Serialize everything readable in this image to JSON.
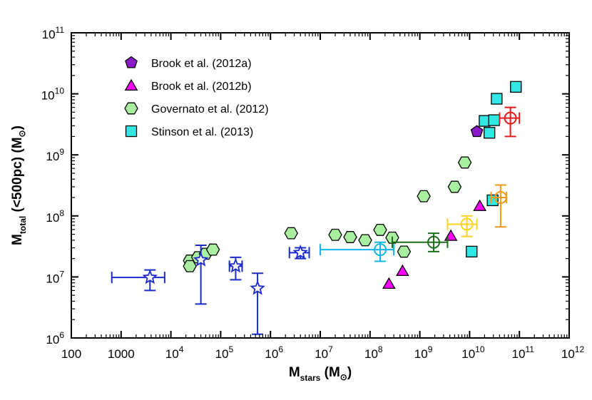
{
  "chart_data": {
    "type": "scatter",
    "xscale": "log",
    "yscale": "log",
    "xlim": [
      100,
      1000000000000
    ],
    "ylim": [
      1000000,
      100000000000
    ],
    "grid": false,
    "legend_position": "top-left",
    "xlabel": {
      "main": "M",
      "sub": "stars",
      "unit": "(M",
      "unit_close": ")"
    },
    "ylabel": {
      "main": "M",
      "sub": "total",
      "rest": " (<500pc) (M",
      "unit_close": ")"
    },
    "xticks": [
      {
        "v": 100,
        "label": "100"
      },
      {
        "v": 1000,
        "label": "1000"
      },
      {
        "v": 10000,
        "base": "10",
        "exp": "4"
      },
      {
        "v": 100000,
        "base": "10",
        "exp": "5"
      },
      {
        "v": 1000000,
        "base": "10",
        "exp": "6"
      },
      {
        "v": 10000000,
        "base": "10",
        "exp": "7"
      },
      {
        "v": 100000000,
        "base": "10",
        "exp": "8"
      },
      {
        "v": 1000000000,
        "base": "10",
        "exp": "9"
      },
      {
        "v": 10000000000,
        "base": "10",
        "exp": "10"
      },
      {
        "v": 100000000000,
        "base": "10",
        "exp": "11"
      },
      {
        "v": 1000000000000,
        "base": "10",
        "exp": "12"
      }
    ],
    "yticks": [
      {
        "v": 1000000,
        "base": "10",
        "exp": "6"
      },
      {
        "v": 10000000,
        "base": "10",
        "exp": "7"
      },
      {
        "v": 100000000,
        "base": "10",
        "exp": "8"
      },
      {
        "v": 1000000000,
        "base": "10",
        "exp": "9"
      },
      {
        "v": 10000000000,
        "base": "10",
        "exp": "10"
      },
      {
        "v": 100000000000,
        "base": "10",
        "exp": "11"
      }
    ],
    "series": [
      {
        "name": "Brook et al. (2012a)",
        "marker": "pentagon",
        "color": "#8B1AC8",
        "points": [
          [
            14000000000,
            2400000000
          ]
        ]
      },
      {
        "name": "Brook et al. (2012b)",
        "marker": "triangle",
        "color": "#FF00FF",
        "points": [
          [
            240000000,
            7700000
          ],
          [
            450000000,
            12500000
          ],
          [
            4200000000,
            47000000
          ],
          [
            16000000000,
            145000000
          ]
        ]
      },
      {
        "name": "Governato et al. (2012)",
        "marker": "hexagon",
        "color": "#A8F0A0",
        "points": [
          [
            24000,
            18500000
          ],
          [
            24000,
            15000000
          ],
          [
            35000,
            21000000
          ],
          [
            50000,
            24000000
          ],
          [
            70000,
            28000000
          ],
          [
            2600000,
            52000000
          ],
          [
            20000000,
            49000000
          ],
          [
            40000000,
            45000000
          ],
          [
            80000000,
            40000000
          ],
          [
            160000000,
            59000000
          ],
          [
            280000000,
            44000000
          ],
          [
            480000000,
            26000000
          ],
          [
            1200000000,
            210000000
          ],
          [
            5000000000,
            300000000
          ],
          [
            8000000000,
            750000000
          ]
        ]
      },
      {
        "name": "Stinson et al. (2013)",
        "marker": "square",
        "color": "#33E6E6",
        "points": [
          [
            11000000000,
            26000000
          ],
          [
            20000000000,
            3600000000
          ],
          [
            25000000000,
            2300000000
          ],
          [
            29000000000,
            180000000
          ],
          [
            31000000000,
            3700000000
          ],
          [
            35000000000,
            8300000000
          ],
          [
            85000000000,
            13000000000
          ]
        ]
      }
    ],
    "observations": [
      {
        "marker": "star",
        "color": "#1A2ACC",
        "x": 3800,
        "y": 9800000,
        "xlo": 650,
        "xhi": 7500,
        "ylo": 6000000,
        "yhi": 13000000
      },
      {
        "marker": "star",
        "color": "#1A2ACC",
        "x": 40000,
        "y": 19000000,
        "ylo": 3600000,
        "yhi": 33000000
      },
      {
        "marker": "star",
        "color": "#1A2ACC",
        "x": 200000,
        "y": 15000000,
        "xlo": 150000,
        "xhi": 270000,
        "ylo": 9000000,
        "yhi": 21000000
      },
      {
        "marker": "star",
        "color": "#1A2ACC",
        "x": 550000,
        "y": 6500000,
        "ylo": 1150000,
        "yhi": 11500000
      },
      {
        "marker": "star",
        "color": "#1A2ACC",
        "x": 4000000,
        "y": 25000000,
        "xlo": 2400000,
        "xhi": 6000000,
        "ylo": 20000000,
        "yhi": 30000000
      },
      {
        "marker": "circle",
        "color": "#10B4E6",
        "x": 160000000,
        "y": 28000000,
        "xlo": 10000000,
        "xhi": 300000000,
        "ylo": 18000000,
        "yhi": 37000000
      },
      {
        "marker": "circle",
        "color": "#1A6E1A",
        "x": 1900000000,
        "y": 37000000,
        "xlo": 280000000,
        "xhi": 3600000000,
        "ylo": 26000000,
        "yhi": 52000000
      },
      {
        "marker": "circle",
        "color": "#FFD21F",
        "x": 8800000000,
        "y": 73000000,
        "xlo": 3600000000,
        "xhi": 14000000000,
        "ylo": 46000000,
        "yhi": 100000000
      },
      {
        "marker": "circle",
        "color": "#F0991A",
        "x": 42000000000,
        "y": 200000000,
        "xlo": 27000000000,
        "xhi": 55000000000,
        "ylo": 66000000,
        "yhi": 320000000
      },
      {
        "marker": "circle",
        "color": "#E61A1A",
        "x": 66000000000,
        "y": 4000000000,
        "xlo": 40000000000,
        "xhi": 100000000000,
        "ylo": 2000000000,
        "yhi": 6000000000
      }
    ]
  }
}
